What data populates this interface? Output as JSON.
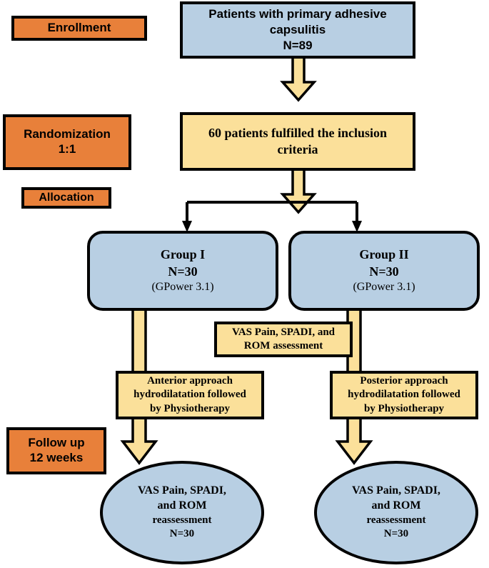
{
  "diagram": {
    "title": "CONSORT-style participant flow diagram",
    "colors": {
      "blue_fill": "#b8cfe3",
      "yellow_fill": "#fbe09a",
      "orange_fill": "#e8803a",
      "stroke": "#000000",
      "background": "#ffffff"
    },
    "stage_labels": [
      {
        "id": "enrollment",
        "text": "Enrollment"
      },
      {
        "id": "randomization",
        "line1": "Randomization",
        "line2": "1:1"
      },
      {
        "id": "allocation",
        "text": "Allocation"
      },
      {
        "id": "followup",
        "line1": "Follow up",
        "line2": "12 weeks"
      }
    ],
    "nodes": {
      "enrolled": {
        "line1": "Patients with primary adhesive",
        "line2": "capsulitis",
        "line3": "N=89",
        "shape": "rectangle",
        "fill": "#b8cfe3"
      },
      "eligible": {
        "line1": "60 patients fulfilled the inclusion",
        "line2": "criteria",
        "shape": "rectangle",
        "fill": "#fbe09a"
      },
      "group1": {
        "line1": "Group I",
        "line2": "N=30",
        "line3": "(GPower 3.1)",
        "shape": "rounded-rectangle",
        "fill": "#b8cfe3"
      },
      "group2": {
        "line1": "Group II",
        "line2": "N=30",
        "line3": "(GPower 3.1)",
        "shape": "rounded-rectangle",
        "fill": "#b8cfe3"
      },
      "assessment": {
        "line1": "VAS Pain, SPADI, and",
        "line2": "ROM assessment",
        "shape": "rectangle",
        "fill": "#fbe09a"
      },
      "intervention1": {
        "line1": "Anterior approach",
        "line2": "hydrodilatation followed",
        "line3": "by Physiotherapy",
        "shape": "rectangle",
        "fill": "#fbe09a"
      },
      "intervention2": {
        "line1": "Posterior approach",
        "line2": "hydrodilatation followed",
        "line3": "by Physiotherapy",
        "shape": "rectangle",
        "fill": "#fbe09a"
      },
      "outcome1": {
        "line1": "VAS Pain, SPADI,",
        "line2": "and ROM",
        "line3": "reassessment",
        "line4": "N=30",
        "shape": "ellipse",
        "fill": "#b8cfe3"
      },
      "outcome2": {
        "line1": "VAS Pain, SPADI,",
        "line2": "and ROM",
        "line3": "reassessment",
        "line4": "N=30",
        "shape": "ellipse",
        "fill": "#b8cfe3"
      }
    },
    "connectors": [
      {
        "id": "enrolled-to-eligible",
        "type": "block-arrow-down",
        "fill": "#fbe09a"
      },
      {
        "id": "eligible-to-split",
        "type": "block-arrow-down",
        "fill": "#fbe09a"
      },
      {
        "id": "split-to-group1",
        "type": "line-arrow-down",
        "fill": "#000000"
      },
      {
        "id": "split-to-group2",
        "type": "line-arrow-down",
        "fill": "#000000"
      },
      {
        "id": "group1-to-intervention1",
        "type": "bar",
        "fill": "#fbe09a"
      },
      {
        "id": "group2-to-intervention2",
        "type": "bar",
        "fill": "#fbe09a"
      },
      {
        "id": "intervention1-to-outcome1",
        "type": "block-arrow-down",
        "fill": "#fbe09a"
      },
      {
        "id": "intervention2-to-outcome2",
        "type": "block-arrow-down",
        "fill": "#fbe09a"
      }
    ]
  }
}
